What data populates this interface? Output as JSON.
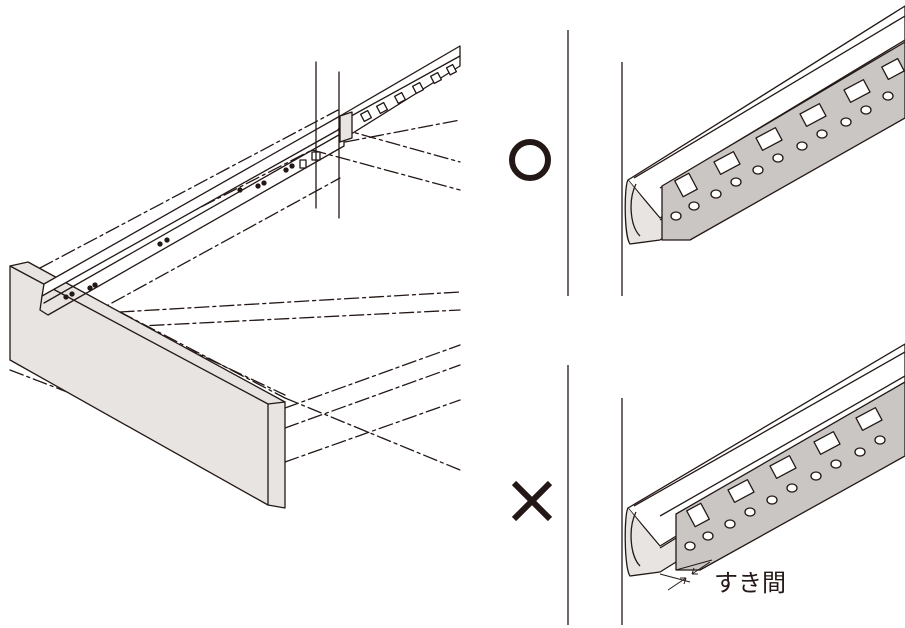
{
  "figure": {
    "drawer": {
      "icon": "drawer-with-slide-rail-illustration"
    },
    "correct": {
      "symbol": "○",
      "meaning_icon": "correct-circle-mark",
      "detail_icon": "rail-flush-detail"
    },
    "incorrect": {
      "symbol": "×",
      "meaning_icon": "incorrect-cross-mark",
      "detail_icon": "rail-gap-detail",
      "gap_label": "すき間"
    }
  },
  "colors": {
    "ink": "#231815",
    "panel": "#e8e4e2",
    "hole": "#ffffff",
    "rail_gray": "#c9c6c4"
  }
}
